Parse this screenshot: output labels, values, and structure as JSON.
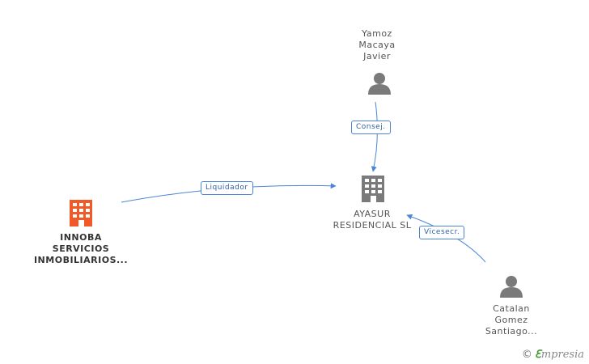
{
  "nodes": {
    "person_top": {
      "lines": [
        "Yamoz",
        "Macaya",
        "Javier"
      ]
    },
    "company_center": {
      "lines": [
        "AYASUR",
        "RESIDENCIAL SL"
      ]
    },
    "company_left": {
      "lines": [
        "INNOBA",
        "SERVICIOS",
        "INMOBILIARIOS..."
      ]
    },
    "person_bottom": {
      "lines": [
        "Catalan",
        "Gomez",
        "Santiago..."
      ]
    }
  },
  "edges": {
    "consej": {
      "label": "Consej."
    },
    "liquidador": {
      "label": "Liquidador"
    },
    "vicesecr": {
      "label": "Vicesecr."
    }
  },
  "colors": {
    "edge": "#4a86d8",
    "person_icon": "#7a7a7a",
    "company_icon": "#7a7a7a",
    "company_highlight": "#f05a28"
  },
  "brand": {
    "copyright": "©",
    "e_letter": "ℇ",
    "rest": "mpresia"
  }
}
